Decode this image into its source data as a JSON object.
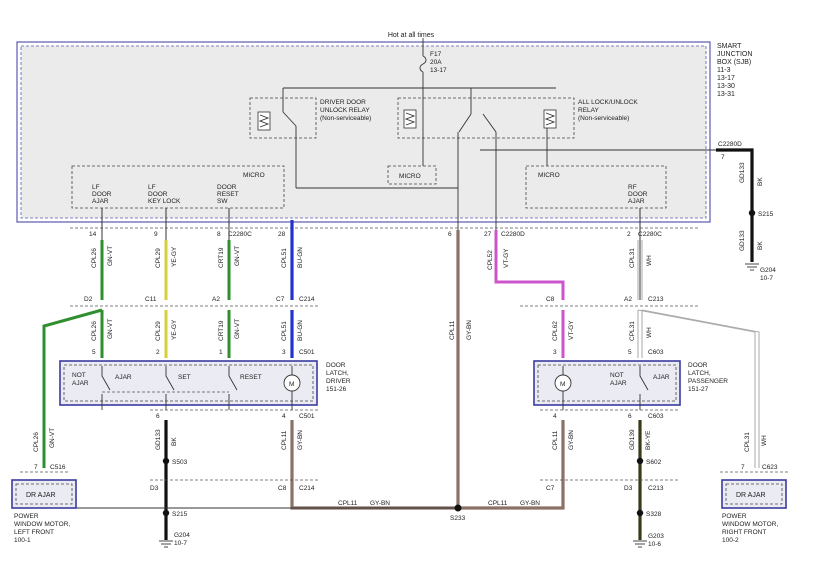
{
  "colors": {
    "gn_vt": "#2f8f2f",
    "ye_gy": "#d6cf3a",
    "bu_gn": "#2233cc",
    "gy_bn": "#8a7266",
    "vt_gy": "#cc55cc",
    "wh": "#d8d8d8",
    "bk": "#111111",
    "bk_ye": "#3a3a1a",
    "module_fill": "#ebebf3",
    "module_border": "#3b3ba0"
  },
  "header": {
    "hot_label": "Hot at all times"
  },
  "sjb": {
    "title_lines": [
      "SMART",
      "JUNCTION",
      "BOX (SJB)",
      "11-3",
      "13-17",
      "13-30",
      "13-31"
    ],
    "fuse_lines": [
      "F17",
      "20A",
      "13-17"
    ],
    "driver_relay_lines": [
      "DRIVER DOOR",
      "UNLOCK RELAY",
      "(Non-serviceable)"
    ],
    "all_lock_relay_lines": [
      "ALL LOCK/UNLOCK",
      "RELAY",
      "(Non-serviceable)"
    ],
    "micro_labels": [
      "MICRO",
      "MICRO",
      "MICRO"
    ],
    "inputs": [
      {
        "lines": [
          "LF",
          "DOOR",
          "AJAR"
        ]
      },
      {
        "lines": [
          "LF",
          "DOOR",
          "KEY LOCK"
        ]
      },
      {
        "lines": [
          "DOOR",
          "RESET",
          "SW"
        ]
      },
      {
        "lines": [
          "RF",
          "DOOR",
          "AJAR"
        ]
      }
    ]
  },
  "connectors": {
    "c2280c": "C2280C",
    "c2280d": "C2280D",
    "c214": "C214",
    "c213": "C213",
    "c501": "C501",
    "c603": "C603",
    "c516": "C516",
    "c623": "C623"
  },
  "pins": {
    "top": [
      "14",
      "9",
      "8",
      "28",
      "6",
      "27",
      "2"
    ],
    "c2280d_right": "7",
    "c214_codes": [
      "D2",
      "C11",
      "A2",
      "C7",
      "C8"
    ],
    "c213_codes": [
      "C8",
      "A2",
      "C7",
      "D3"
    ],
    "c501_pins": [
      "5",
      "2",
      "1",
      "3",
      "6"
    ],
    "c603_pins": [
      "3",
      "5",
      "4",
      "6"
    ],
    "left_motor_pin": "7",
    "right_motor_pin": "7",
    "d3_left": "D3",
    "c8_bottom_left": "C8"
  },
  "wires": {
    "cpl26": "CPL26",
    "cpl29": "CPL29",
    "crt19": "CRT19",
    "cpl51": "CPL51",
    "cpl11": "CPL11",
    "cpl52": "CPL52",
    "cpl31": "CPL31",
    "gd133": "GD133",
    "gd139": "GD139",
    "cpl62": "CPL62",
    "gn_vt": "GN-VT",
    "ye_gy": "YE-GY",
    "bu_gn": "BU-GN",
    "gy_bn": "GY-BN",
    "vt_gy": "VT-GY",
    "wh": "WH",
    "bk": "BK",
    "bk_ye": "BK-YE"
  },
  "splices": {
    "s215": "S215",
    "s503": "S503",
    "s233": "S233",
    "s602": "S602",
    "s328": "S328"
  },
  "grounds": {
    "g204_top": [
      "G204",
      "10-7"
    ],
    "g204_bot": [
      "G204",
      "10-7"
    ],
    "g203": [
      "G203",
      "10-6"
    ]
  },
  "driver_latch": {
    "title_lines": [
      "DOOR",
      "LATCH,",
      "DRIVER",
      "151-26"
    ],
    "switch_labels": [
      "NOT",
      "AJAR",
      "AJAR",
      "SET",
      "RESET"
    ],
    "motor": "M"
  },
  "passenger_latch": {
    "title_lines": [
      "DOOR",
      "LATCH,",
      "PASSENGER",
      "151-27"
    ],
    "switch_labels": [
      "NOT",
      "AJAR",
      "AJAR"
    ],
    "motor": "M"
  },
  "window_motors": {
    "left": {
      "box_label": "DR AJAR",
      "caption_lines": [
        "POWER",
        "WINDOW MOTOR,",
        "LEFT FRONT",
        "100-1"
      ]
    },
    "right": {
      "box_label": "DR AJAR",
      "caption_lines": [
        "POWER",
        "WINDOW MOTOR,",
        "RIGHT FRONT",
        "100-2"
      ]
    }
  }
}
